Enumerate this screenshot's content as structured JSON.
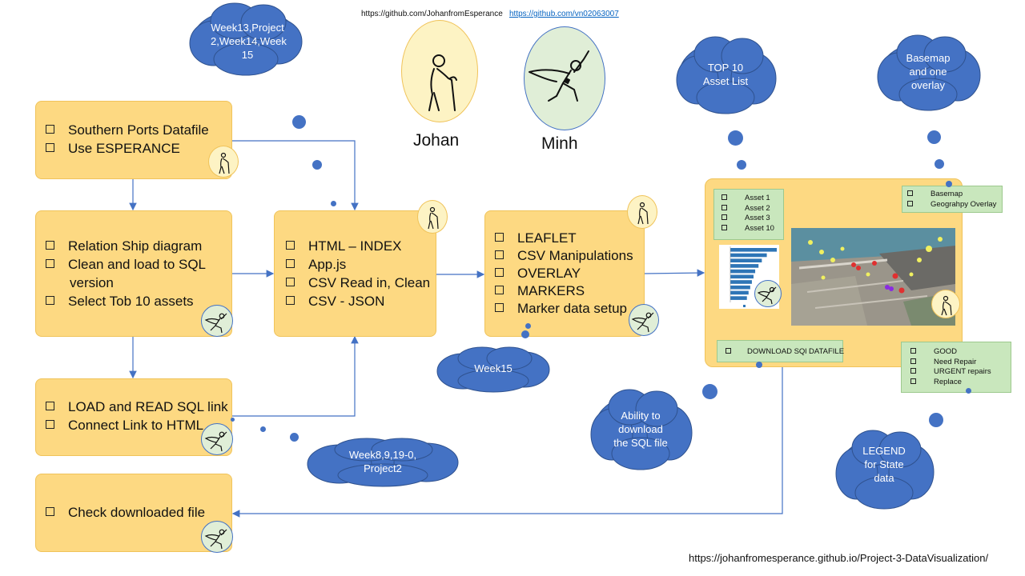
{
  "links": {
    "github_johan": "https://github.com/JohanfromEsperance",
    "github_minh": "https://github.com/vn02063007",
    "site": "https://johanfromesperance.github.io/Project-3-DataVisualization/"
  },
  "people": {
    "johan": "Johan",
    "minh": "Minh"
  },
  "boxes": {
    "ports": [
      "Southern Ports Datafile",
      "Use ESPERANCE"
    ],
    "relation": [
      "Relation Ship diagram",
      "Clean and load to SQL",
      "version",
      "Select Tob 10 assets"
    ],
    "load": [
      "LOAD and READ SQL link",
      "Connect Link to HTML"
    ],
    "check": [
      "Check downloaded file"
    ],
    "html": [
      "HTML – INDEX",
      "App.js",
      "CSV Read in, Clean",
      "CSV - JSON"
    ],
    "leaflet": [
      "LEAFLET",
      "CSV Manipulations",
      "OVERLAY",
      "MARKERS",
      "Marker data setup"
    ]
  },
  "result": {
    "assets": [
      "Asset 1",
      "Asset 2",
      "Asset 3",
      "Asset 10"
    ],
    "layers": [
      "Basemap",
      "Geograhpy Overlay"
    ],
    "download": "DOWNLOAD SQl DATAFILE",
    "legend": [
      "GOOD",
      "Need Repair",
      "URGENT repairs",
      "Replace"
    ],
    "bar_values": [
      14,
      11,
      9.5,
      8.5,
      7.5,
      7,
      6.5,
      6,
      5.5,
      5
    ]
  },
  "clouds": {
    "weeks_top": [
      "Week13,Project",
      "2,Week14,Week",
      "15"
    ],
    "top10": [
      "TOP 10",
      "Asset List"
    ],
    "basemap": [
      "Basemap",
      "and one",
      "overlay"
    ],
    "week15": [
      "Week15"
    ],
    "download": [
      "Ability to",
      "download",
      "the SQL file"
    ],
    "week8": [
      "Week8,9,19-0,",
      "Project2"
    ],
    "legend": [
      "LEGEND",
      "for State",
      "data"
    ]
  },
  "colors": {
    "box": "#fdd982",
    "cloud": "#4472c4",
    "green": "#c9e7bd",
    "johan_bg": "#fdf3c4",
    "minh_bg": "#e0eed7"
  }
}
